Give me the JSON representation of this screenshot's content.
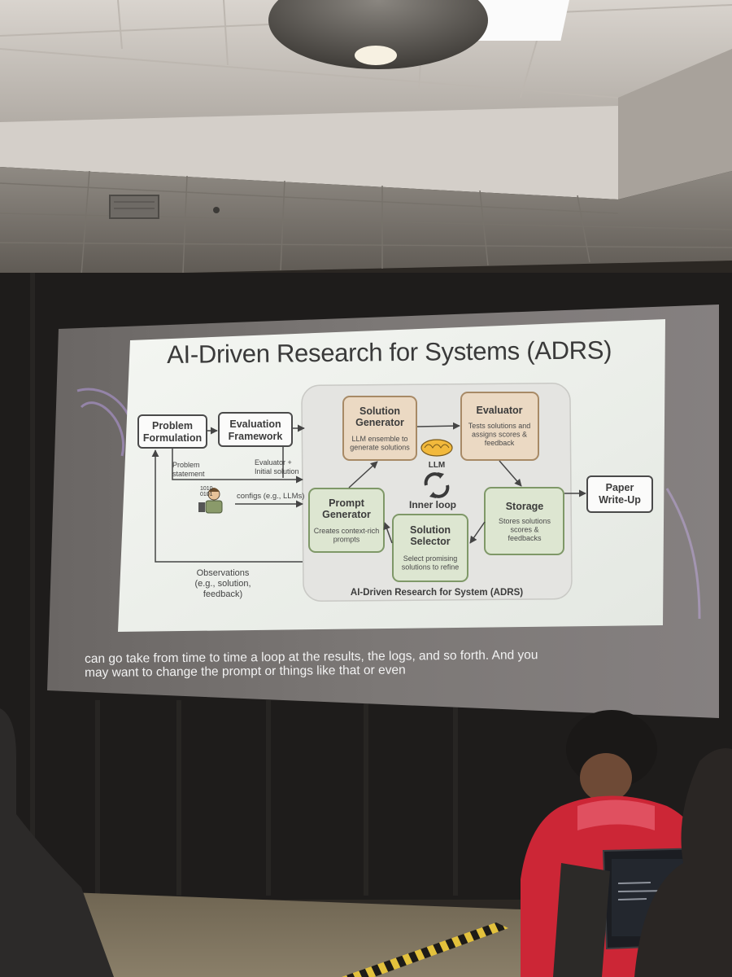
{
  "slide": {
    "title": "AI-Driven Research for Systems (ADRS)",
    "outer_label": "AI-Driven Research for System (ADRS)",
    "nodes": {
      "problem_formulation": [
        "Problem",
        "Formulation"
      ],
      "evaluation_framework": [
        "Evaluation",
        "Framework"
      ],
      "solution_generator": {
        "title": [
          "Solution",
          "Generator"
        ],
        "desc": [
          "LLM ensemble to",
          "generate solutions"
        ]
      },
      "evaluator": {
        "title": [
          "Evaluator"
        ],
        "desc": [
          "Tests solutions and",
          "assigns scores &",
          "feedback"
        ]
      },
      "storage": {
        "title": [
          "Storage"
        ],
        "desc": [
          "Stores solutions",
          "scores &",
          "feedbacks"
        ]
      },
      "solution_selector": {
        "title": [
          "Solution",
          "Selector"
        ],
        "desc": [
          "Select promising",
          "solutions to refine"
        ]
      },
      "prompt_generator": {
        "title": [
          "Prompt",
          "Generator"
        ],
        "desc": [
          "Creates context-rich",
          "prompts"
        ]
      },
      "paper_writeup": [
        "Paper",
        "Write-Up"
      ]
    },
    "labels": {
      "llm": "LLM",
      "inner_loop": "Inner loop",
      "problem_statement": [
        "Problem",
        "statement"
      ],
      "evaluator_initial": [
        "Evaluator +",
        "Initial solution"
      ],
      "configs": "configs (e.g., LLMs)",
      "observations": [
        "Observations",
        "(e.g., solution,",
        "feedback)"
      ],
      "binary": [
        "1010",
        "0101"
      ]
    }
  },
  "caption": {
    "line1": "can go take from time to time a loop at the results, the logs, and so forth. And you",
    "line2": "may want to change the prompt or things like that or even"
  },
  "colors": {
    "tan_fill": "#eddcc7",
    "tan_stroke": "#a88a66",
    "green_fill": "#dfe8d3",
    "green_stroke": "#7f9868",
    "panel": "#e6e6e3",
    "ink": "#3c3c3c"
  }
}
